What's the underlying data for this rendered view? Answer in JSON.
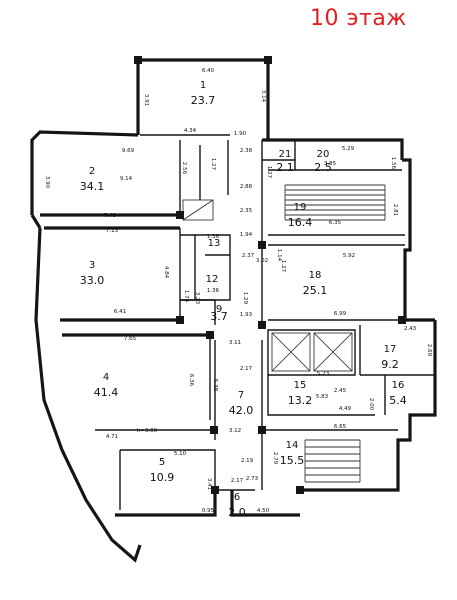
{
  "title": "10 этаж",
  "rooms": [
    {
      "num": "1",
      "area": "23.7"
    },
    {
      "num": "2",
      "area": "34.1"
    },
    {
      "num": "3",
      "area": "33.0"
    },
    {
      "num": "4",
      "area": "41.4"
    },
    {
      "num": "5",
      "area": "10.9"
    },
    {
      "num": "6",
      "area": "2.0"
    },
    {
      "num": "7",
      "area": "42.0"
    },
    {
      "num": "9",
      "area": "3.7"
    },
    {
      "num": "12",
      "area": ""
    },
    {
      "num": "13",
      "area": ""
    },
    {
      "num": "14",
      "area": "15.5"
    },
    {
      "num": "15",
      "area": "13.2"
    },
    {
      "num": "16",
      "area": "5.4"
    },
    {
      "num": "17",
      "area": "9.2"
    },
    {
      "num": "18",
      "area": "25.1"
    },
    {
      "num": "19",
      "area": "16.4"
    },
    {
      "num": "20",
      "area": "2.5"
    },
    {
      "num": "21",
      "area": "2.1"
    }
  ],
  "dimensions": [
    "6.40",
    "3.91",
    "3.14",
    "4.34",
    "1.90",
    "2.38",
    "5.29",
    "1.56",
    "9.69",
    "3.90",
    "9.14",
    "2.56",
    "1.27",
    "1.27",
    "2.88",
    "3.85",
    "2.81",
    "7.49",
    "2.35",
    "7.13",
    "1.36",
    "1.94",
    "6.35",
    "2.37",
    "3.02",
    "1.14",
    "1.27",
    "5.92",
    "4.84",
    "1.36",
    "3.23",
    "1.74",
    "1.29",
    "6.41",
    "1.93",
    "6.99",
    "7.65",
    "3.11",
    "2.43",
    "2.69",
    "5.38",
    "2.17",
    "5.23",
    "6.36",
    "2.45",
    "5.83",
    "2.00",
    "4.49",
    "h=3.00",
    "4.71",
    "3.12",
    "6.65",
    "5.10",
    "2.19",
    "2.79",
    "2.73",
    "3.41",
    "2.17",
    "0.95",
    "4.50"
  ]
}
